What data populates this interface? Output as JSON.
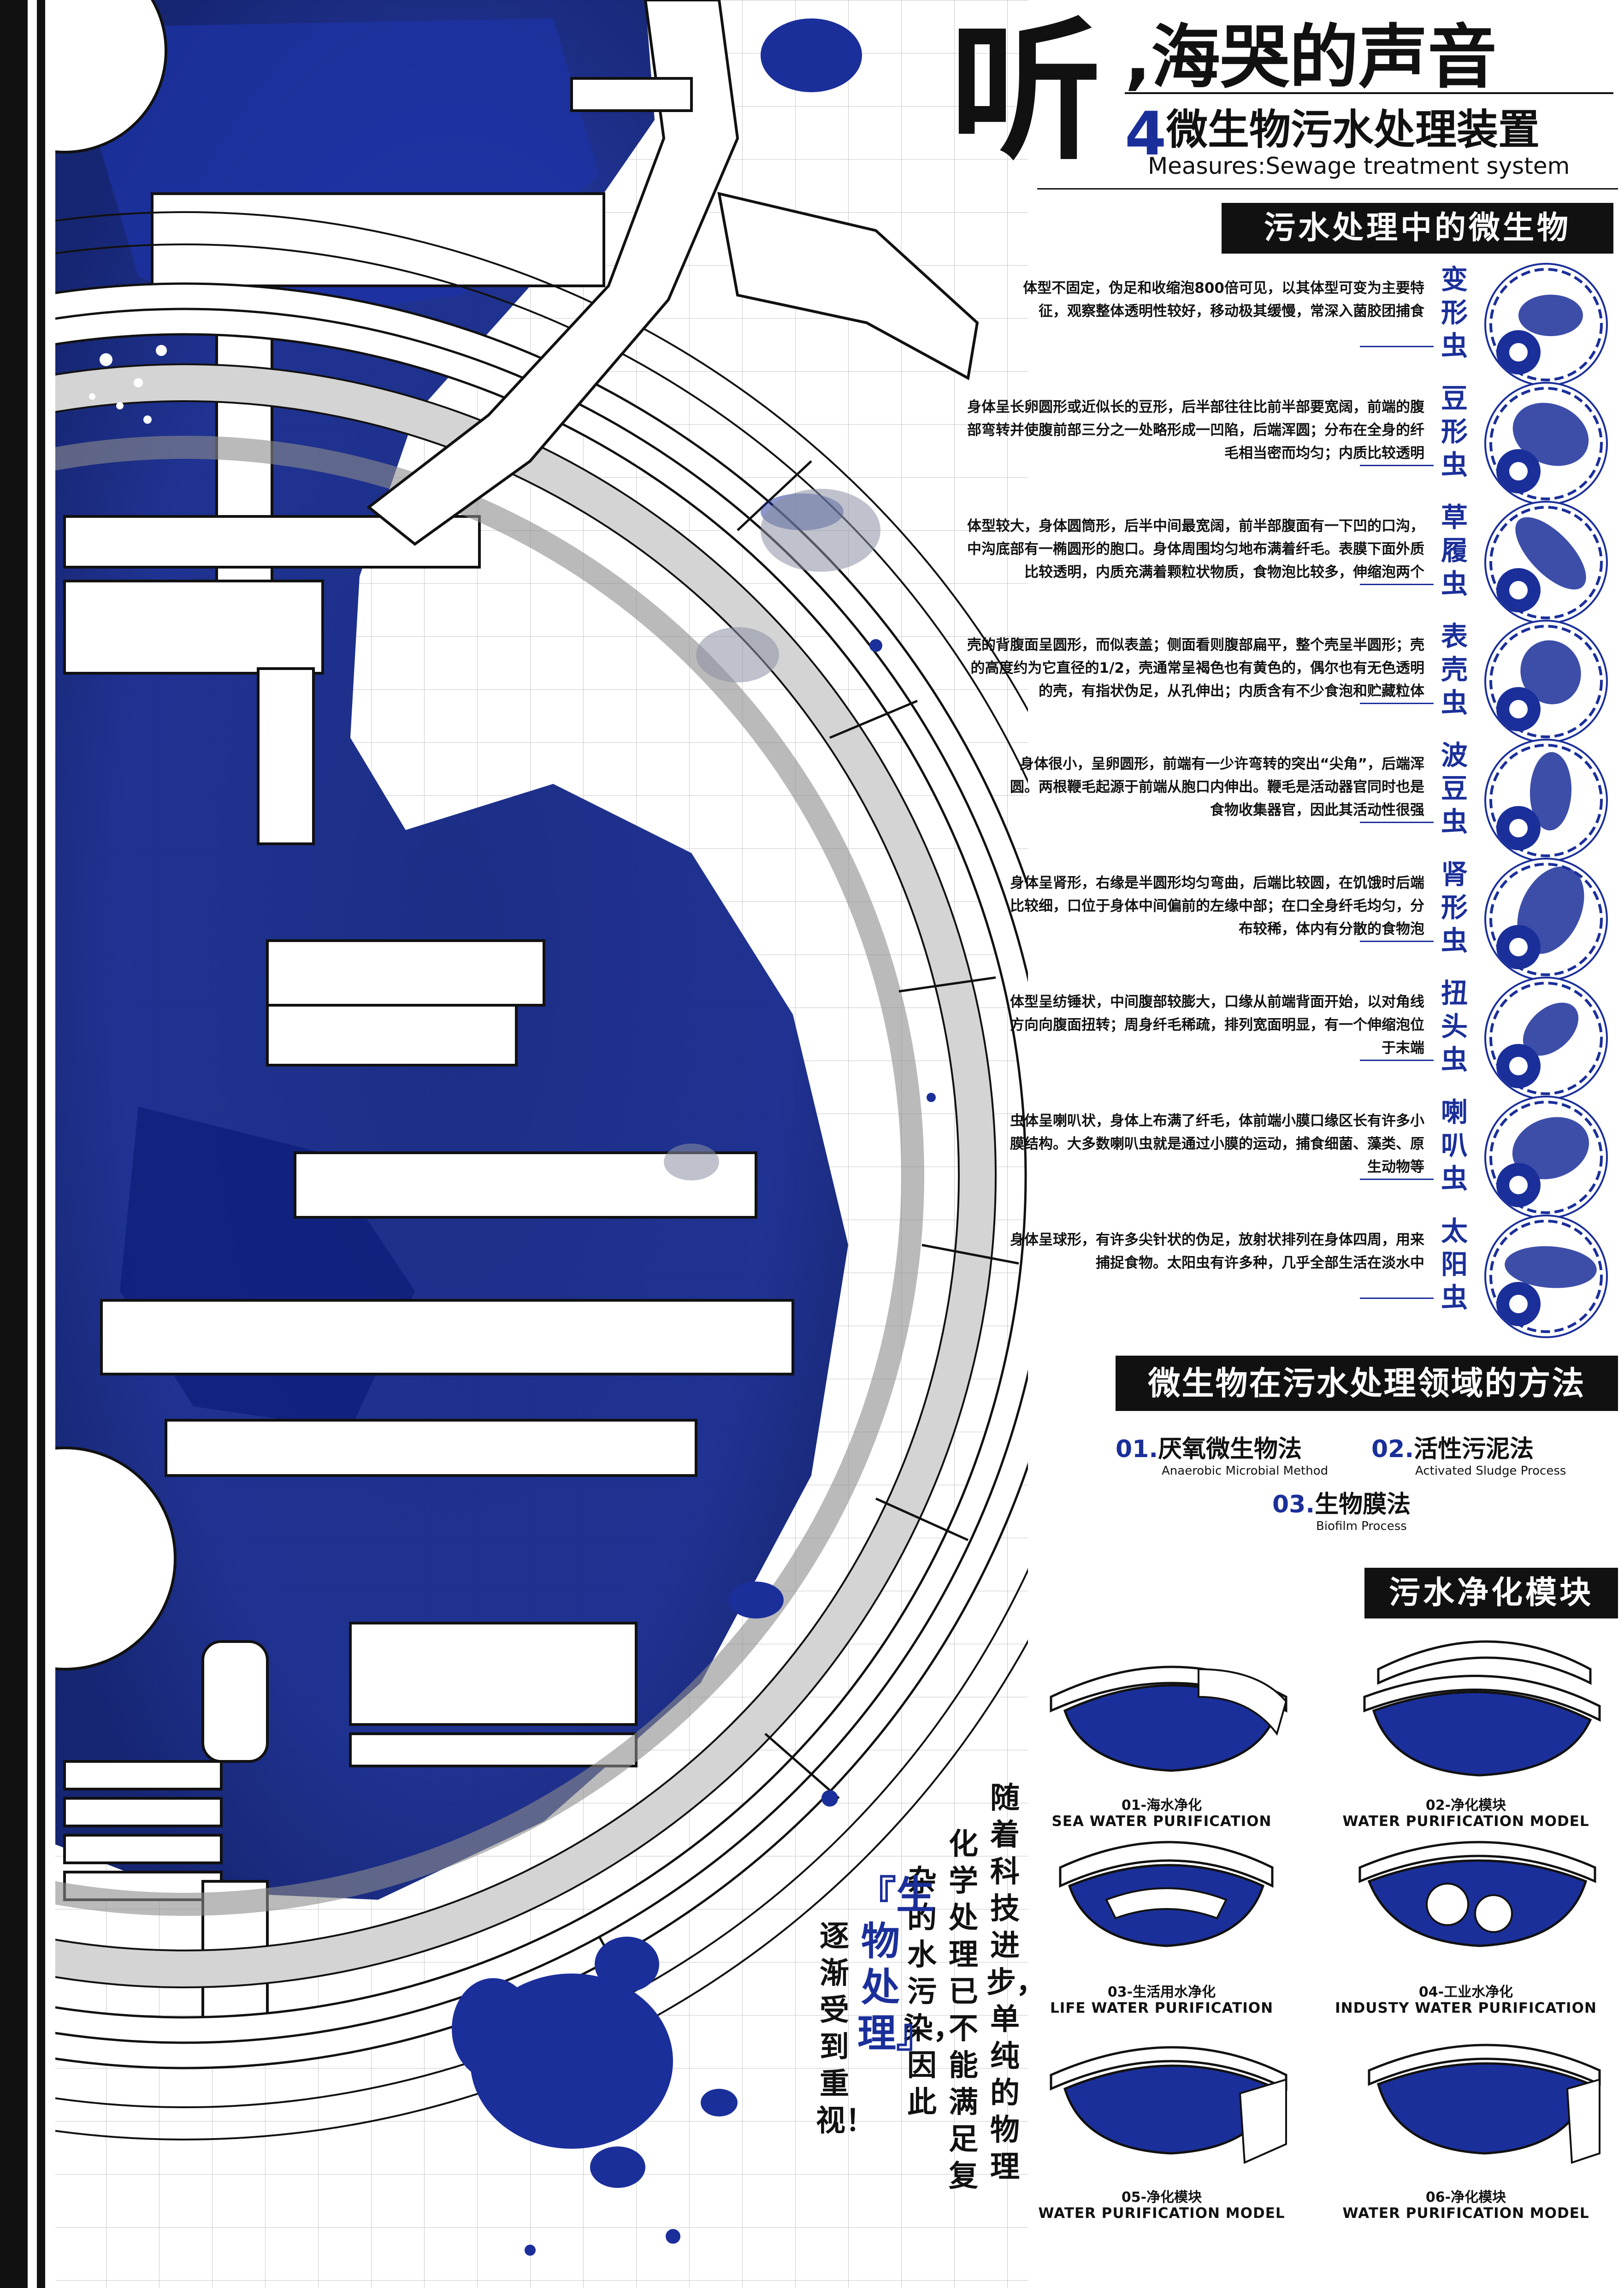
{
  "header": {
    "title_char": "听",
    "title_rest": ",海哭的声音",
    "number": "4",
    "subtitle": "微生物污水处理装置",
    "subtitle_en": "Measures:Sewage treatment system"
  },
  "microbes": {
    "section_title": "污水处理中的微生物",
    "items": [
      {
        "name": "变形虫",
        "desc": "体型不固定，伪足和收缩泡800倍可见，以其体型可变为主要特征，观察整体透明性较好，移动极其缓慢，常深入菌胶团捕食"
      },
      {
        "name": "豆形虫",
        "desc": "身体呈长卵圆形或近似长的豆形，后半部往往比前半部要宽阔，前端的腹部弯转并使腹前部三分之一处略形成一凹陷，后端浑圆；分布在全身的纤毛相当密而均匀；内质比较透明"
      },
      {
        "name": "草履虫",
        "desc": "体型较大，身体圆筒形，后半中间最宽阔，前半部腹面有一下凹的口沟，中沟底部有一椭圆形的胞口。身体周围均匀地布满着纤毛。表膜下面外质比较透明，内质充满着颗粒状物质，食物泡比较多，伸缩泡两个"
      },
      {
        "name": "表壳虫",
        "desc": "壳的背腹面呈圆形，而似表盖；侧面看则腹部扁平，整个壳呈半圆形；壳的高度约为它直径的1/2，壳通常呈褐色也有黄色的，偶尔也有无色透明的壳，有指状伪足，从孔伸出；内质含有不少食泡和贮藏粒体"
      },
      {
        "name": "波豆虫",
        "desc": "身体很小，呈卵圆形，前端有一少许弯转的突出“尖角”，后端浑圆。两根鞭毛起源于前端从胞口内伸出。鞭毛是活动器官同时也是食物收集器官，因此其活动性很强"
      },
      {
        "name": "肾形虫",
        "desc": "身体呈肾形，右缘是半圆形均匀弯曲，后端比较圆，在饥饿时后端比较细，口位于身体中间偏前的左缘中部；在口全身纤毛均匀，分布较稀，体内有分散的食物泡"
      },
      {
        "name": "扭头虫",
        "desc": "体型呈纺锤状，中间腹部较膨大，口缘从前端背面开始，以对角线方向向腹面扭转；周身纤毛稀疏，排列宽面明显，有一个伸缩泡位于末端"
      },
      {
        "name": "喇叭虫",
        "desc": "虫体呈喇叭状，身体上布满了纤毛，体前端小膜口缘区长有许多小膜结构。大多数喇叭虫就是通过小膜的运动，捕食细菌、藻类、原生动物等"
      },
      {
        "name": "太阳虫",
        "desc": "身体呈球形，有许多尖针状的伪足，放射状排列在身体四周，用来捕捉食物。太阳虫有许多种，几乎全部生活在淡水中"
      }
    ]
  },
  "methods": {
    "section_title": "微生物在污水处理领域的方法",
    "items": [
      {
        "num": "01.",
        "name": "厌氧微生物法",
        "en": "Anaerobic Microbial Method"
      },
      {
        "num": "02.",
        "name": "活性污泥法",
        "en": "Activated Sludge Process"
      },
      {
        "num": "03.",
        "name": "生物膜法",
        "en": "Biofilm Process"
      }
    ]
  },
  "modules": {
    "section_title": "污水净化模块",
    "items": [
      {
        "cn": "01-海水净化",
        "en": "SEA WATER PURIFICATION"
      },
      {
        "cn": "02-净化模块",
        "en": "WATER PURIFICATION MODEL"
      },
      {
        "cn": "03-生活用水净化",
        "en": "LIFE WATER PURIFICATION"
      },
      {
        "cn": "04-工业水净化",
        "en": "INDUSTY WATER PURIFICATION"
      },
      {
        "cn": "05-净化模块",
        "en": "WATER PURIFICATION MODEL"
      },
      {
        "cn": "06-净化模块",
        "en": "WATER PURIFICATION MODEL"
      }
    ]
  },
  "vertical_text": {
    "columns": [
      "随着科技进步，单纯的物理",
      "化学处理已不能满足复",
      "杂的水污染，因此",
      "『生物处理』",
      "逐渐受到重视！"
    ]
  },
  "colors": {
    "accent_blue": "#1b2f9a",
    "deep_blue": "#0b1c78",
    "ink": "#111111"
  }
}
